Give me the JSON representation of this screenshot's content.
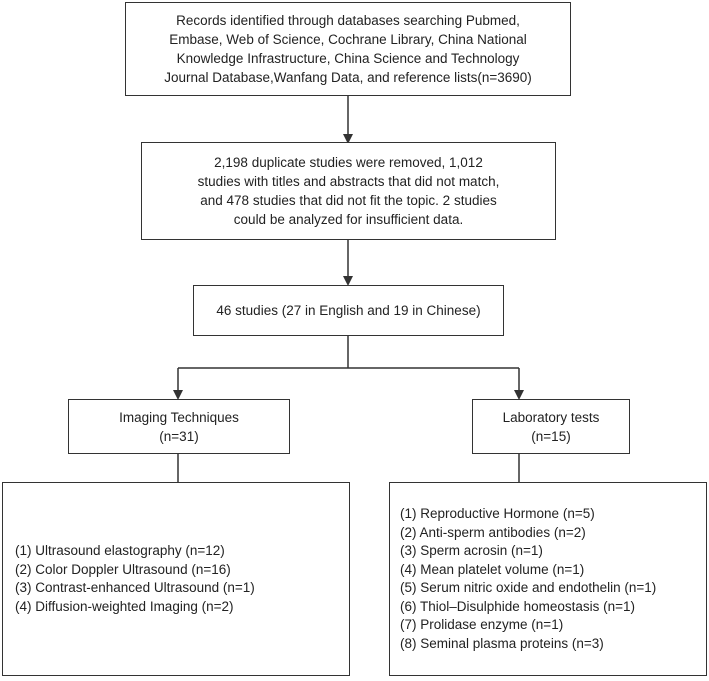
{
  "box1": {
    "lines": [
      "Records identified through databases searching Pubmed,",
      "Embase, Web of Science, Cochrane Library, China National",
      "Knowledge Infrastructure, China Science and Technology",
      "Journal Database,Wanfang Data, and reference lists(n=3690)"
    ]
  },
  "box2": {
    "lines": [
      "2,198 duplicate studies were removed, 1,012",
      "studies with titles and abstracts that did not match,",
      "and 478 studies that did not fit the topic. 2 studies",
      "could be analyzed for insufficient data."
    ]
  },
  "box3": {
    "text": "46 studies (27 in English and 19 in Chinese)"
  },
  "imaging": {
    "title": "Imaging Techniques",
    "count": "(n=31)"
  },
  "laboratory": {
    "title": "Laboratory tests",
    "count": "(n=15)"
  },
  "imaging_list": [
    "(1) Ultrasound elastography (n=12)",
    "(2) Color Doppler Ultrasound (n=16)",
    "(3) Contrast-enhanced Ultrasound (n=1)",
    "(4) Diffusion-weighted Imaging (n=2)"
  ],
  "lab_list": [
    "(1) Reproductive Hormone (n=5)",
    "(2) Anti-sperm antibodies (n=2)",
    "(3) Sperm acrosin (n=1)",
    "(4) Mean platelet volume (n=1)",
    "(5) Serum nitric oxide and endothelin (n=1)",
    "(6) Thiol–Disulphide homeostasis (n=1)",
    "(7) Prolidase enzyme (n=1)",
    "(8) Seminal plasma proteins (n=3)"
  ]
}
